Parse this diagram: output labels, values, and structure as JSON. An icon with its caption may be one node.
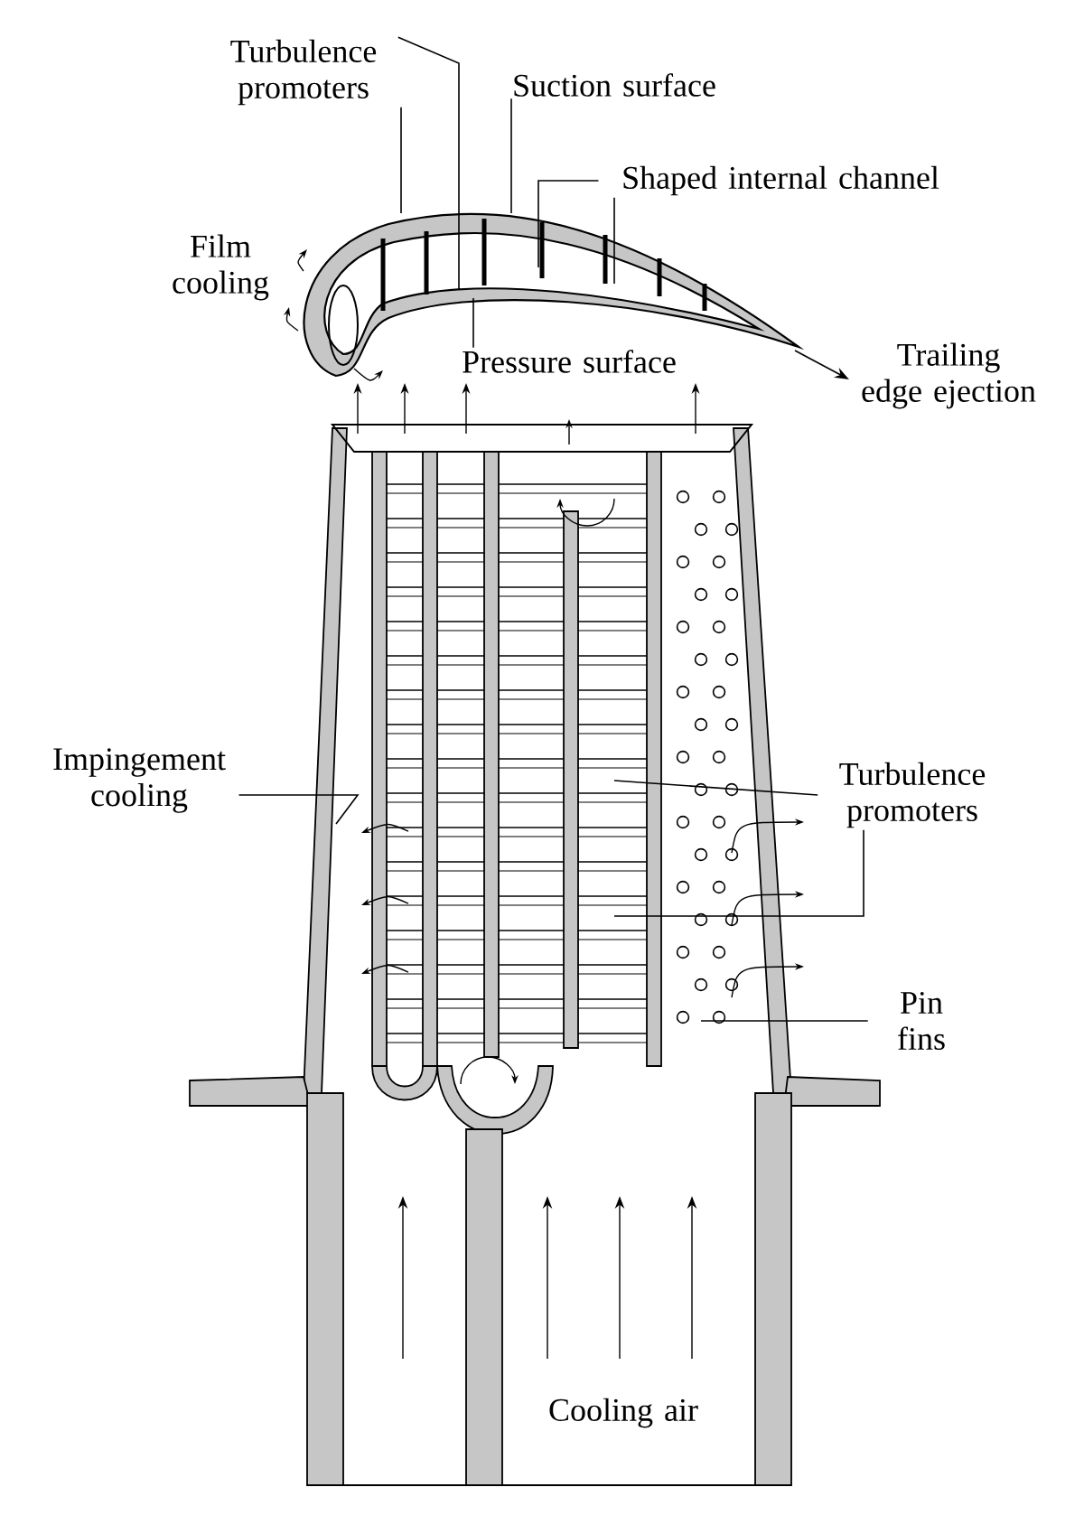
{
  "diagram": {
    "nodes": [
      {
        "text": [
          "Turbulence promoters"
        ]
      },
      {
        "text": [
          "Suction surface"
        ]
      },
      {
        "text": [
          "Shaped internal channel"
        ]
      },
      {
        "text": [
          "Pressure surface"
        ]
      },
      {
        "text": [
          "Impingement cooling"
        ]
      },
      {
        "text": [
          "Turbulence promoters"
        ]
      },
      {
        "text": [
          "Pin fins"
        ]
      }
    ],
    "edges": [
      {
        "from": 0,
        "to": null,
        "arrow": "none"
      },
      {
        "from": 0,
        "to": null,
        "arrow": "none"
      },
      {
        "from": 1,
        "to": null,
        "arrow": "none"
      },
      {
        "from": 2,
        "to": null,
        "arrow": "none"
      },
      {
        "from": 2,
        "to": null,
        "arrow": "none"
      },
      {
        "from": 3,
        "to": null,
        "arrow": "none"
      },
      {
        "from": 4,
        "to": null,
        "arrow": "none"
      },
      {
        "from": 5,
        "to": null,
        "arrow": "none"
      },
      {
        "from": 5,
        "to": null,
        "arrow": "none"
      },
      {
        "from": 6,
        "to": null,
        "arrow": "none"
      }
    ],
    "labels": [
      "Film cooling",
      "Trailing edge ejection",
      "Cooling air"
    ]
  }
}
